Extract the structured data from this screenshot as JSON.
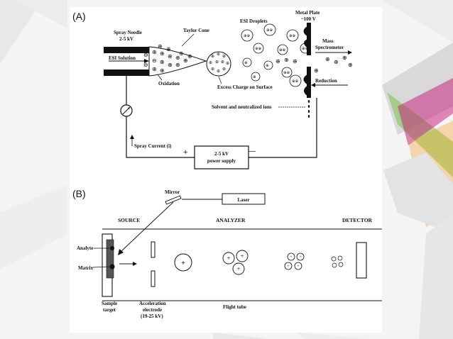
{
  "colors": {
    "ink": "#111111",
    "background": "#ffffff",
    "accent_magenta": "#c8167a",
    "accent_green": "#7ac143",
    "accent_orange": "#f39a1e"
  },
  "panel_a": {
    "label": "(A)",
    "spray_needle": "Spray Needle",
    "spray_needle_kv": "2-5 kV",
    "taylor_cone": "Taylor Cone",
    "esi_droplets": "ESI Droplets",
    "metal_plate": "Metal Plate",
    "metal_plate_v": "~100 V",
    "esi_solution": "ESI Solution",
    "mass": "Mass",
    "spectrometer": "Spectrometer",
    "oxidation": "Oxidation",
    "excess_charge": "Excess Charge on Surface",
    "reduction": "Reduction",
    "solvent_ions": "Solvent and neutralized ions",
    "spray_current": "Spray Current (i)",
    "power_kv": "2-5 kV",
    "power_supply": "power supply",
    "plus": "+",
    "minus": "—"
  },
  "panel_b": {
    "label": "(B)",
    "mirror": "Mirror",
    "laser": "Laser",
    "source": "SOURCE",
    "analyzer": "ANALYZER",
    "detector": "DETECTOR",
    "analyte": "Analyte",
    "matrix": "Matrix",
    "sample": "Sample",
    "target": "target",
    "acceleration": "Acceleration",
    "electrode": "electrode",
    "electrode_kv": "(19-25 kV)",
    "flight_tube": "Flight tube"
  }
}
